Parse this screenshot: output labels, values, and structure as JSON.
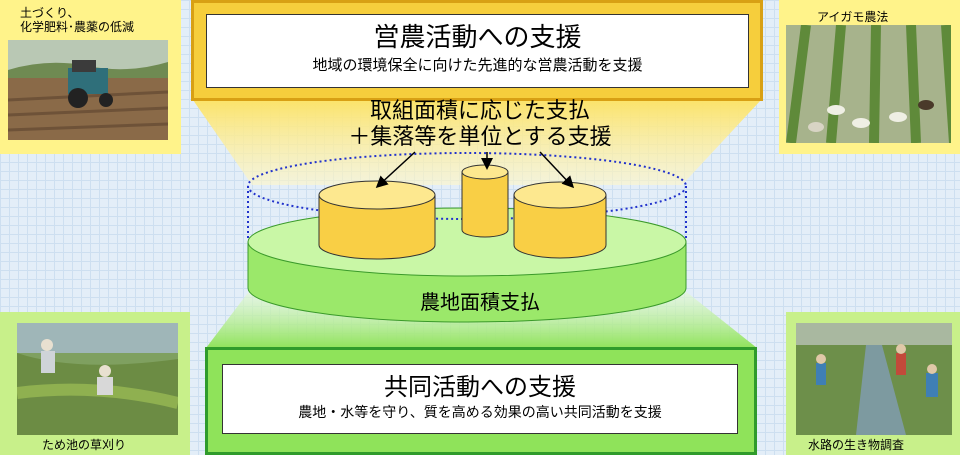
{
  "top_box": {
    "title": "営農活動への支援",
    "subtitle": "地域の環境保全に向けた先進的な営農活動を支援"
  },
  "middle_label": {
    "line1": "取組面積に応じた支払",
    "line2": "＋集落等を単位とする支援"
  },
  "base_label": "農地面積支払",
  "bottom_box": {
    "title": "共同活動への支援",
    "subtitle": "農地・水等を守り、質を高める効果の高い共同活動を支援"
  },
  "photos": {
    "top_left": {
      "caption_line1": "土づくり、",
      "caption_line2": "化学肥料･農薬の低減"
    },
    "top_right": {
      "caption": "アイガモ農法"
    },
    "bottom_left": {
      "caption": "ため池の草刈り"
    },
    "bottom_right": {
      "caption": "水路の生き物調査"
    }
  },
  "colors": {
    "yellow_frame": "#f6ce3c",
    "green_frame": "#8fe35a",
    "cylinder_yellow": "#f9cf45",
    "base_green": "#9be86a"
  }
}
